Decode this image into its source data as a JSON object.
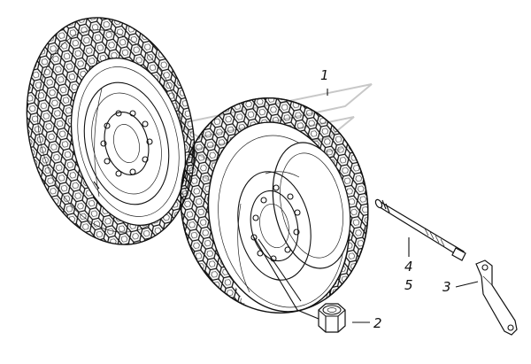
{
  "callouts": {
    "c1": "1",
    "c2": "2",
    "c3": "3",
    "c4": "4",
    "c5": "5"
  },
  "colors": {
    "ink": "#111111",
    "paper": "#ffffff",
    "watermark": "#c8c8c8"
  },
  "icons": {
    "watermark": "stylized-logo-watermark"
  }
}
